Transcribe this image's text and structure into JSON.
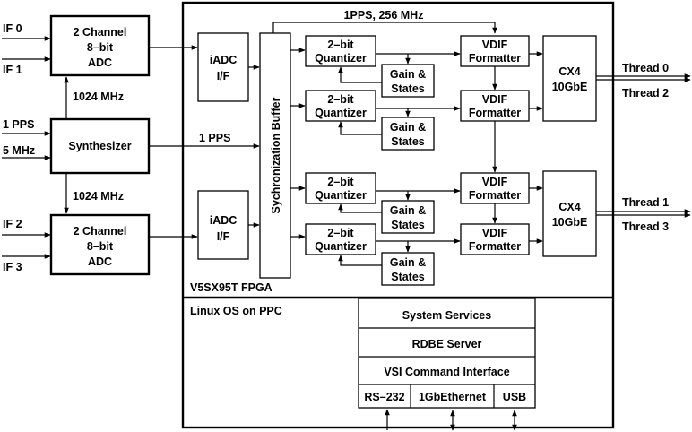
{
  "inputs": {
    "if0": "IF 0",
    "if1": "IF 1",
    "pps": "1 PPS",
    "mhz5": "5 MHz",
    "if2": "IF 2",
    "if3": "IF 3"
  },
  "adc": {
    "line1": "2 Channel",
    "line2": "8–bit",
    "line3": "ADC"
  },
  "clock_label": "1024 MHz",
  "synthesizer": "Synthesizer",
  "pps_bus_label": "1 PPS",
  "top_bus_label": "1PPS, 256 MHz",
  "iadc": {
    "line1": "iADC",
    "line2": "I/F"
  },
  "sync_buffer": "Sychronization Buffer",
  "quantizer": {
    "line1": "2–bit",
    "line2": "Quantizer"
  },
  "gain": {
    "line1": "Gain &",
    "line2": "States"
  },
  "vdif": {
    "line1": "VDIF",
    "line2": "Formatter"
  },
  "cx4": {
    "line1": "CX4",
    "line2": "10GbE"
  },
  "threads": [
    "Thread 0",
    "Thread 2",
    "Thread 1",
    "Thread 3"
  ],
  "fpga_label": "V5SX95T FPGA",
  "linux_label": "Linux OS on PPC",
  "services": {
    "system": "System Services",
    "rdbe": "RDBE Server",
    "vsi": "VSI Command Interface",
    "rs232": "RS–232",
    "ethernet": "1GbEthernet",
    "usb": "USB"
  }
}
